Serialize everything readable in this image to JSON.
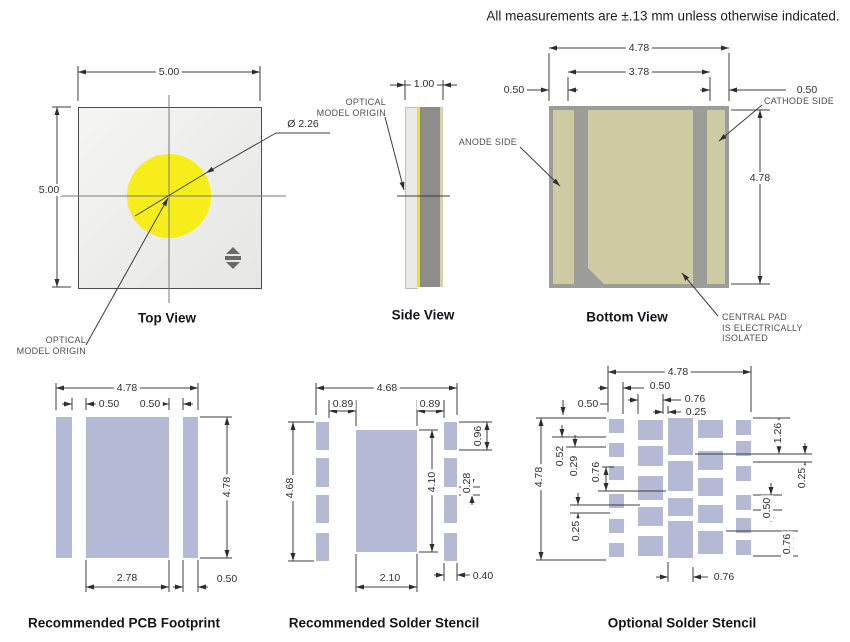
{
  "note": "All measurements are ±.13 mm unless otherwise indicated.",
  "colors": {
    "die_yellow": "#f6ed1a",
    "pad_blue": "#b4b9d6",
    "pad_tan": "#cecaa4",
    "body_gray": "#9c9c99",
    "slab_gray": "#8c8c8a",
    "dim_line": "#3c3c3c"
  },
  "top_view": {
    "title": "Top View",
    "dim_width": "5.00",
    "dim_height": "5.00",
    "dim_diameter": "Ø 2.26",
    "origin_label_1": "OPTICAL",
    "origin_label_2": "MODEL ORIGIN"
  },
  "side_view": {
    "title": "Side View",
    "dim_width": "1.00",
    "origin_label_1": "OPTICAL",
    "origin_label_2": "MODEL ORIGIN"
  },
  "bottom_view": {
    "title": "Bottom View",
    "dim_width": "4.78",
    "dim_inner_width": "3.78",
    "dim_left_inset": "0.50",
    "dim_right_inset": "0.50",
    "dim_height": "4.78",
    "anode_label": "ANODE SIDE",
    "cathode_label": "CATHODE SIDE",
    "central_label_1": "CENTRAL PAD",
    "central_label_2": "IS ELECTRICALLY",
    "central_label_3": "ISOLATED"
  },
  "footprint": {
    "title": "Recommended PCB Footprint",
    "dim_width": "4.78",
    "dim_gap_left": "0.50",
    "dim_gap_right": "0.50",
    "dim_height": "4.78",
    "dim_center_width": "2.78",
    "dim_pad_width": "0.50",
    "rects": [
      [
        56,
        417,
        16,
        141
      ],
      [
        86,
        417,
        83,
        141
      ],
      [
        183,
        417,
        15,
        141
      ]
    ]
  },
  "stencil": {
    "title": "Recommended Solder Stencil",
    "dim_width": "4.68",
    "dim_gap_left": "0.89",
    "dim_gap_right": "0.89",
    "dim_height": "4.68",
    "dim_pad_height": "0.96",
    "dim_pad_gap": "0.28",
    "dim_center_height": "4.10",
    "dim_center_width": "2.10",
    "dim_pad_width": "0.40",
    "rects": [
      [
        316,
        422,
        13,
        28
      ],
      [
        316,
        458,
        13,
        29
      ],
      [
        316,
        495,
        13,
        28
      ],
      [
        316,
        533,
        13,
        28
      ],
      [
        356,
        430,
        61,
        122
      ],
      [
        444,
        422,
        13,
        28
      ],
      [
        444,
        458,
        13,
        29
      ],
      [
        444,
        495,
        13,
        28
      ],
      [
        444,
        533,
        13,
        28
      ]
    ]
  },
  "optional": {
    "title": "Optional Solder Stencil",
    "dim_width": "4.78",
    "dim_top_050": "0.50",
    "dim_top_076": "0.76",
    "dim_top_025": "0.25",
    "dim_left_top_050": "0.50",
    "dim_height": "4.78",
    "dim_052": "0.52",
    "dim_029": "0.29",
    "dim_left_076": "0.76",
    "dim_left_025": "0.25",
    "dim_126": "1.26",
    "dim_right_025": "0.25",
    "dim_right_050": "0.50",
    "dim_right_076": "0.76",
    "dim_bottom_076": "0.76",
    "rects": [
      [
        609,
        419,
        15,
        14
      ],
      [
        609,
        443,
        15,
        14
      ],
      [
        609,
        466,
        15,
        14
      ],
      [
        609,
        494,
        15,
        14
      ],
      [
        609,
        519,
        15,
        14
      ],
      [
        609,
        543,
        15,
        14
      ],
      [
        638,
        420,
        25,
        20
      ],
      [
        638,
        446,
        25,
        20
      ],
      [
        638,
        476,
        25,
        24
      ],
      [
        638,
        507,
        25,
        19
      ],
      [
        638,
        536,
        25,
        20
      ],
      [
        668,
        418,
        25,
        37
      ],
      [
        668,
        461,
        25,
        30
      ],
      [
        668,
        498,
        25,
        18
      ],
      [
        668,
        521,
        25,
        37
      ],
      [
        698,
        420,
        25,
        18
      ],
      [
        698,
        451,
        25,
        19
      ],
      [
        698,
        478,
        25,
        18
      ],
      [
        698,
        505,
        25,
        18
      ],
      [
        698,
        531,
        25,
        23
      ],
      [
        736,
        420,
        15,
        15
      ],
      [
        736,
        441,
        15,
        15
      ],
      [
        736,
        466,
        15,
        15
      ],
      [
        736,
        495,
        15,
        15
      ],
      [
        736,
        518,
        15,
        15
      ],
      [
        736,
        540,
        15,
        15
      ]
    ]
  }
}
